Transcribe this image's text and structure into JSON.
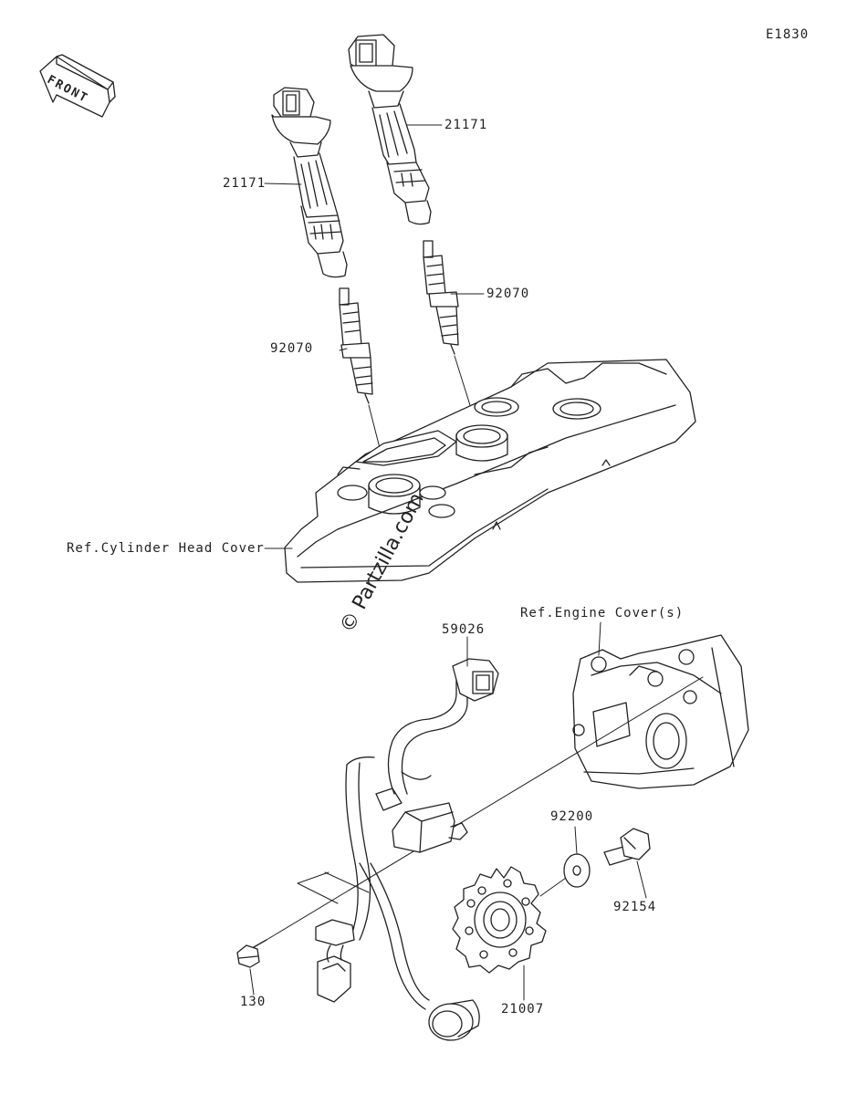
{
  "diagram_code": "E1830",
  "front_label": "FRONT",
  "watermark": "© Partzilla.com",
  "labels": {
    "coil_left": "21171",
    "coil_right": "21171",
    "plug_left": "92070",
    "plug_right": "92070",
    "ref_cylinder_head_cover": "Ref.Cylinder Head Cover",
    "ref_engine_cover": "Ref.Engine Cover(s)",
    "crank_sensor": "59026",
    "washer": "92200",
    "flange_bolt": "92154",
    "bolt_130": "130",
    "timing_rotor": "21007"
  }
}
